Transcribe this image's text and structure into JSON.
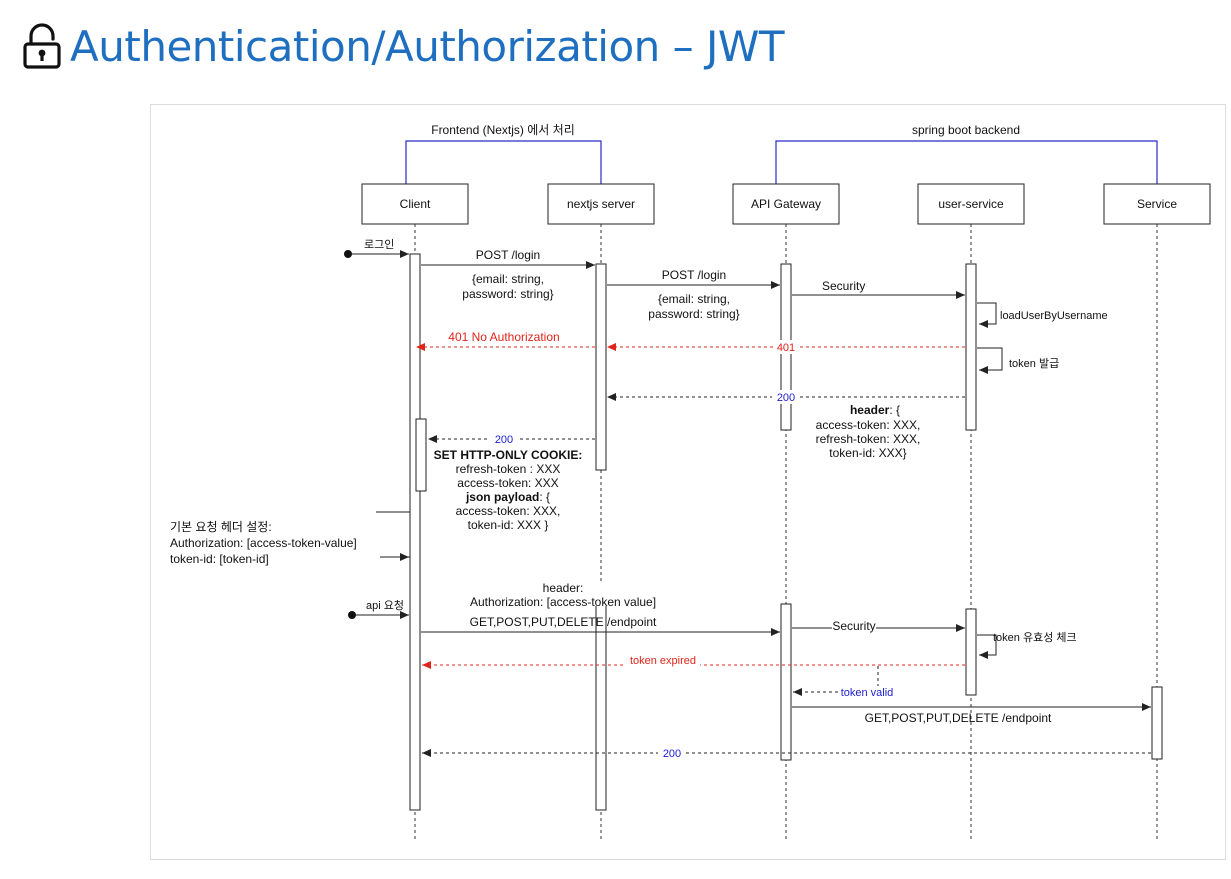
{
  "page": {
    "title": "Authentication/Authorization – JWT",
    "title_icon": "padlock-open-icon",
    "accent": "#1f6fc0"
  },
  "groups": {
    "frontend": "Frontend (Nextjs) 에서 처리",
    "backend": "spring boot backend"
  },
  "participants": {
    "client": "Client",
    "nextjs": "nextjs server",
    "gateway": "API Gateway",
    "user_service": "user-service",
    "service": "Service"
  },
  "messages": {
    "login_start": "로그인",
    "post_login_1": "POST /login",
    "body_1a": "{email: string,",
    "body_1b": "password: string}",
    "post_login_2": "POST /login",
    "body_2a": "{email: string,",
    "body_2b": "password: string}",
    "security_1": "Security",
    "load_user": "loadUserByUsername",
    "no_auth": "401 No Authorization",
    "code_401": "401",
    "token_issue": "token 발급",
    "code_200_a": "200",
    "header_word": "header",
    "header_open": ": {",
    "header_access": "access-token: XXX,",
    "header_refresh": "refresh-token: XXX,",
    "header_tokenid": "token-id: XXX}",
    "code_200_b": "200",
    "cookie_title": "SET HTTP-ONLY COOKIE:",
    "cookie_refresh": "refresh-token : XXX",
    "cookie_access": "access-token: XXX",
    "json_word": "json payload",
    "json_open": ": {",
    "json_access": "access-token: XXX,",
    "json_tokenid": "token-id: XXX }",
    "default_header_1": "기본 요청 헤더 설정:",
    "default_header_2": "Authorization:  [access-token-value]",
    "default_header_3": "token-id: [token-id]",
    "api_request": "api 요청",
    "req_header_1": "header:",
    "req_header_2": "Authorization: [access-token value]",
    "endpoint_1": "GET,POST,PUT,DELETE /endpoint",
    "security_2": "Security",
    "token_check": "token 유효성 체크",
    "token_expired": "token expired",
    "token_valid": "token valid",
    "endpoint_2": "GET,POST,PUT,DELETE /endpoint",
    "code_200_c": "200"
  },
  "colors": {
    "group_line": "#2a2ac8",
    "error": "#e0241b",
    "ok_code": "#1d1dd0",
    "line": "#222222"
  }
}
